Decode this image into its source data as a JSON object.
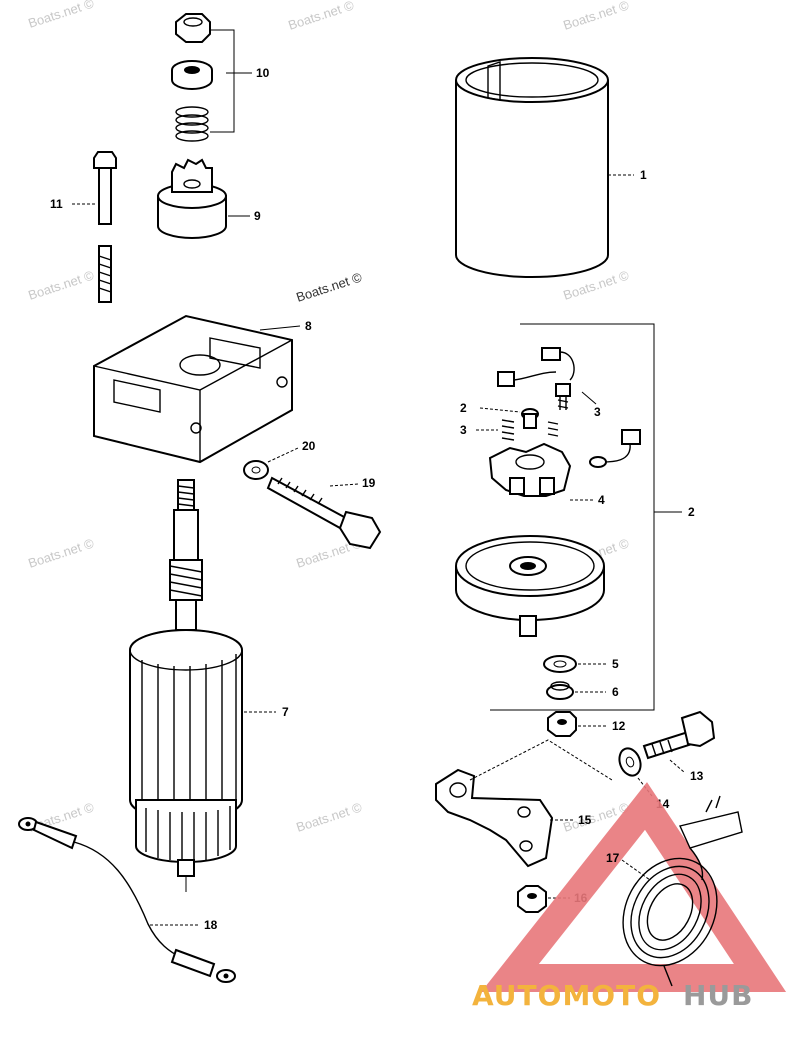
{
  "watermark": "Boats.net ©",
  "brand": {
    "part1": "AUTOMOTO",
    "part2": "HUB",
    "color_accent": "#f3b33d",
    "color_grey": "#9a9a9a",
    "triangle_color": "#e8777a"
  },
  "callouts": {
    "c1": "1",
    "c2": "2",
    "c2b": "2",
    "c3a": "3",
    "c3b": "3",
    "c4": "4",
    "c5": "5",
    "c6": "6",
    "c7": "7",
    "c8": "8",
    "c9": "9",
    "c10": "10",
    "c11": "11",
    "c12": "12",
    "c13": "13",
    "c14": "14",
    "c15": "15",
    "c16": "16",
    "c17": "17",
    "c18": "18",
    "c19": "19",
    "c20": "20"
  }
}
